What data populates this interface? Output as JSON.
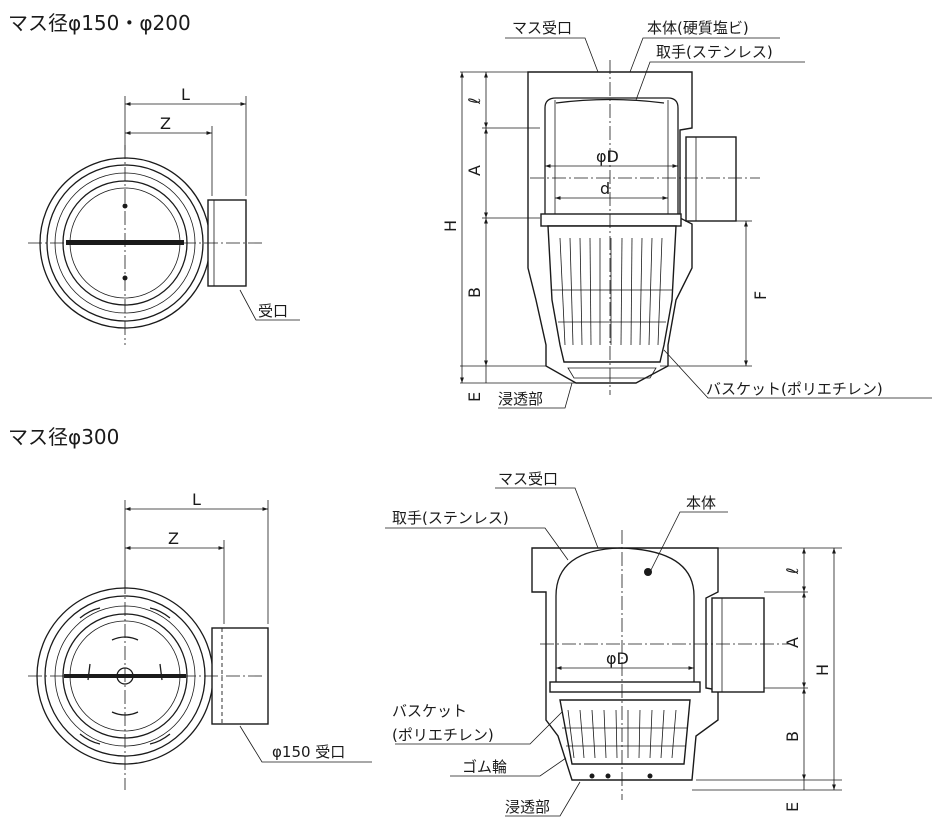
{
  "sections": {
    "small": "マス径φ150・φ200",
    "large": "マス径φ300"
  },
  "labels": {
    "inlet": "マス受口",
    "body_pvc": "本体(硬質塩ビ)",
    "handle": "取手(ステンレス)",
    "inlet_port": "受口",
    "infiltration": "浸透部",
    "basket": "バスケット(ポリエチレン)",
    "basket_line1": "バスケット",
    "basket_line2": "(ポリエチレン)",
    "body": "本体",
    "rubber_ring": "ゴム輪",
    "inlet_150": "φ150 受口"
  },
  "dimensions": {
    "L": "L",
    "Z": "Z",
    "l": "ℓ",
    "A": "A",
    "H": "H",
    "B": "B",
    "E": "E",
    "F": "F",
    "phiD": "φD",
    "d": "d"
  }
}
